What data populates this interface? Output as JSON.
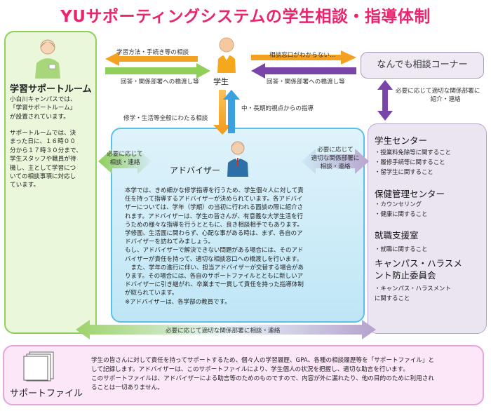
{
  "title": "YUサポーティングシステムの学生相談・指導体制",
  "student": {
    "label": "学生"
  },
  "adviser": {
    "label": "アドバイザー"
  },
  "corner": {
    "label": "なんでも相談コーナー"
  },
  "arrows": {
    "left_top": "学習方法・手続き等の相談",
    "left_bottom": "回答・関係部署への橋渡し等",
    "right_top": "相談窓口がわからない…",
    "right_bottom": "回答・関係部署への橋渡し等",
    "down_label": "修学・生活等全般にわたる相談",
    "up_label": "中・長期的視点からの指導",
    "corner_link": [
      "必要に応じて適切な関係部署に",
      "紹介・連絡"
    ],
    "left_link": [
      "必要に応じて",
      "相談・連絡"
    ],
    "right_link": [
      "必要に応じて",
      "適切な関係部署に",
      "相談・連絡"
    ],
    "bottom_link": "必要に応じて適切な関係部署に相談・連絡"
  },
  "study_room": {
    "heading": "学習サポートルーム",
    "para1": [
      "小白川キャンパスでは、",
      "「学習サポートルーム」",
      "が設置されています。"
    ],
    "para2": [
      "サポートルームでは、決",
      "まった日に、１６時００",
      "分から１７時３０分まで、",
      "学生スタッフや職員が待",
      "機し、主として学習につ",
      "いての相談事項に対応し",
      "ています。"
    ]
  },
  "adviser_text": [
    "本学では、きめ細かな修学指導を行うため、学生個々人に対して責",
    "任を持って指導するアドバイザーが決められています。各アドバイ",
    "ザーについては、学年（学期）の当初に行われる面談の際に紹介さ",
    "れます。アドバイザーは、学生の皆さんが、有意義な大学生活を行",
    "うための様々な指導を行うとともに、良き相談相手でもあります。",
    "学修面、生活面に関わらず、心配な事がある時は、まず、各自のア",
    "ドバイザーを訪ねてみましょう。",
    "もし、アドバイザーで解決できない問題がある場合には、そのアド",
    "バイザーが責任を持って、適切な相談窓口への橋渡しを行います。",
    "　また、学年の進行に伴い、担当アドバイザーが交替する場合があ",
    "ります。その場合には、各自のサポートファイルとともに新しいア",
    "ドバイザーに引き継がれ、卒業まで一貫して責任を持った指導体制",
    "が取られています。",
    "※アドバイザーは、各学部の教員です。"
  ],
  "right_panel": {
    "student_center": {
      "heading": "学生センター",
      "items": [
        "・授業料免除等に関すること",
        "・履修手続等に関すること",
        "・留学生に関すること"
      ]
    },
    "health_center": {
      "heading": "保健管理センター",
      "items": [
        "・カウンセリング",
        "・健康に関すること"
      ]
    },
    "career": {
      "heading": "就職支援室",
      "items": [
        "・就職に関すること"
      ]
    },
    "harassment": {
      "heading_lines": [
        "キャンパス・ハラスメ",
        "ント防止委員会"
      ],
      "items": [
        "・キャンパス・ハラスメント",
        "に関すること"
      ]
    }
  },
  "support_file": {
    "label": "サポートファイル",
    "text": [
      "学生の皆さんに対して責任を持ってサポートするため、個々人の学習履歴、GPA、各種の相談履歴等を「サポートファイル」と",
      "して記録します。アドバイザーは、このサポートファイルにより、学生個人の状況を把握し、適切な助言を行います。",
      "このサポートファイルは、アドバイザーによる助言等のためのものですので、内容が外に漏れたり、他の目的のために利用され",
      "ることは一切ありません。"
    ]
  },
  "colors": {
    "title": "#e8256e",
    "green_arrow": "#8fcf5a",
    "orange_arrow": "#f4a020",
    "purple_arrow": "#7a45a8",
    "blue_arrow": "#3aa0e0",
    "center_fill": "#d5eef9",
    "left_fill": "#eaf7da",
    "right_fill": "#ebe4f1",
    "bottom_fill": "#fbe7f7"
  }
}
